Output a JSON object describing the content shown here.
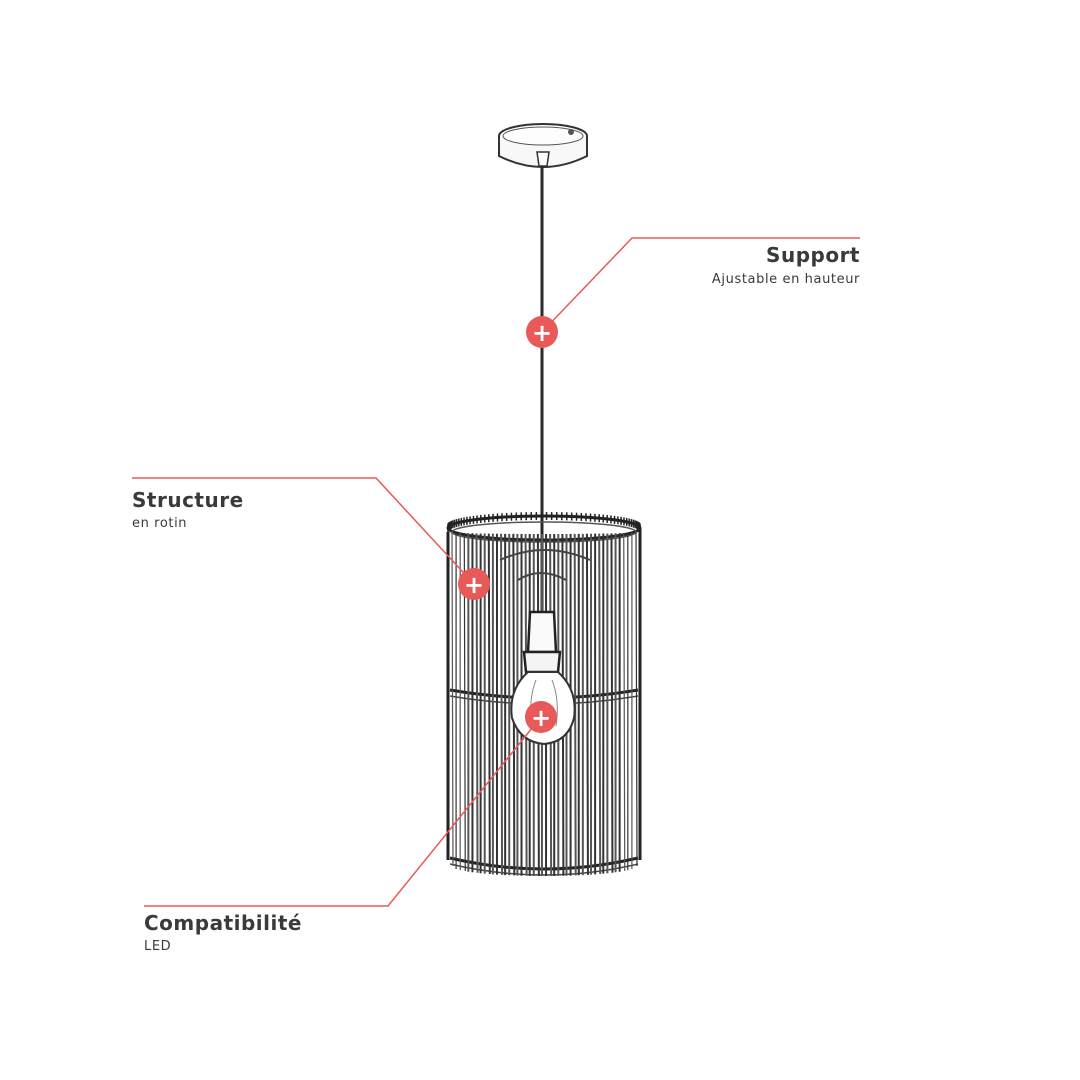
{
  "colors": {
    "accent": "#e85a5a",
    "ink": "#333333",
    "text": "#3a3a3a",
    "background": "#ffffff"
  },
  "callouts": {
    "support": {
      "title": "Support",
      "subtitle": "Ajustable en hauteur"
    },
    "structure": {
      "title": "Structure",
      "subtitle": "en rotin"
    },
    "compatibility": {
      "title": "Compatibilité",
      "subtitle": "LED"
    }
  },
  "hotspots": {
    "icon": "plus-icon",
    "symbol": "+"
  }
}
